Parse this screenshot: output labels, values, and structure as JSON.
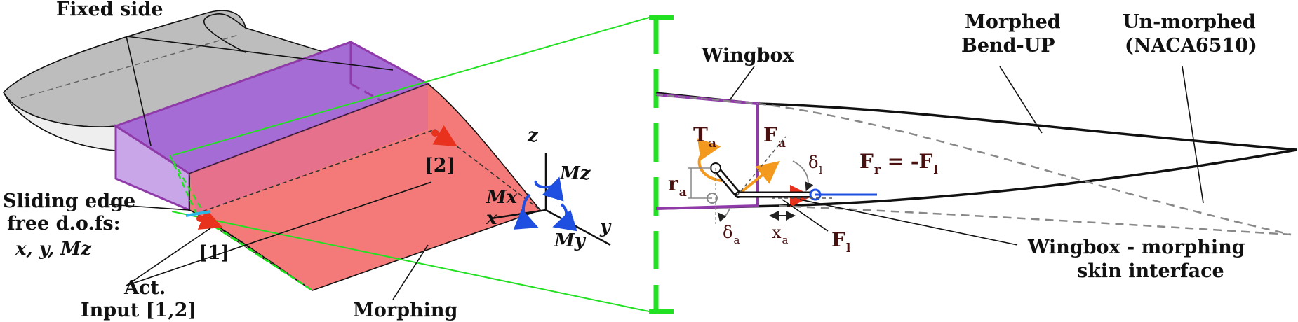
{
  "left_labels": {
    "fixed_side": "Fixed side",
    "sliding_line1": "Sliding edge",
    "sliding_line2": "free d.o.fs:",
    "sliding_line3": "x, y, Mz",
    "input1": "[1]",
    "input2": "[2]",
    "act_line1": "Act.",
    "act_line2": "Input [1,2]",
    "morphing": "Morphing"
  },
  "axes": {
    "x": "x",
    "y": "y",
    "z": "z",
    "mx": "Mx",
    "my": "My",
    "mz": "Mz"
  },
  "right_labels": {
    "wingbox": "Wingbox",
    "morphed_line1": "Morphed",
    "morphed_line2": "Bend-UP",
    "unmorphed_line1": "Un-morphed",
    "unmorphed_line2": "(NACA6510)",
    "interface_line1": "Wingbox - morphing",
    "interface_line2": "skin interface"
  },
  "symbols": {
    "ta": "T",
    "ta_sub": "a",
    "fa": "F",
    "fa_sub": "a",
    "ra": "r",
    "ra_sub": "a",
    "dl": "δ",
    "dl_sub": "l",
    "fr": "F",
    "fr_sub": "r",
    "fr_eq": " = -F",
    "fr_eq_sub": "l",
    "da": "δ",
    "da_sub": "a",
    "xa": "x",
    "xa_sub": "a",
    "fl": "F",
    "fl_sub": "l"
  },
  "colors": {
    "wingbox_purple": "#8f3aa8",
    "box_fill": "#a56cd6",
    "morph_red": "#f47a7a",
    "highlight_green": "#22e022",
    "gray_fill": "#bdbdbd",
    "force_orange": "#f39a1e",
    "force_red": "#e8321e",
    "blue_link": "#1f4fe0"
  }
}
